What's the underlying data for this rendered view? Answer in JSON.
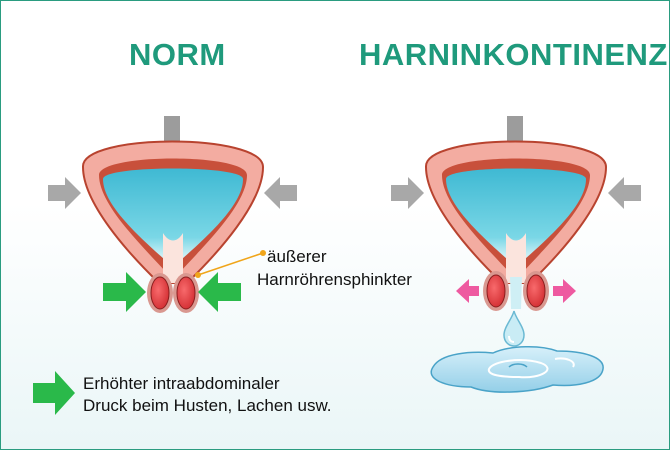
{
  "headings": {
    "normal": "NORM",
    "incontinence": "HARNINKONTINENZ"
  },
  "callout": {
    "line1": "äußerer",
    "line2": "Harnröhrensphinkter"
  },
  "legend": {
    "line1": "Erhöhter intraabdominaler",
    "line2": "Druck beim Husten, Lachen usw."
  },
  "colors": {
    "heading": "#1f9a7c",
    "bladder_wall": "#f1a49a",
    "bladder_outline": "#b8432f",
    "urine": "#4fc6dc",
    "sphincter": "#e23a3d",
    "pressure_arrow": "#9c9c9c",
    "squeeze_arrow": "#2ab94a",
    "open_arrow": "#ee5aa0",
    "leader_line": "#f0a51a",
    "puddle": "#a9dcef"
  }
}
